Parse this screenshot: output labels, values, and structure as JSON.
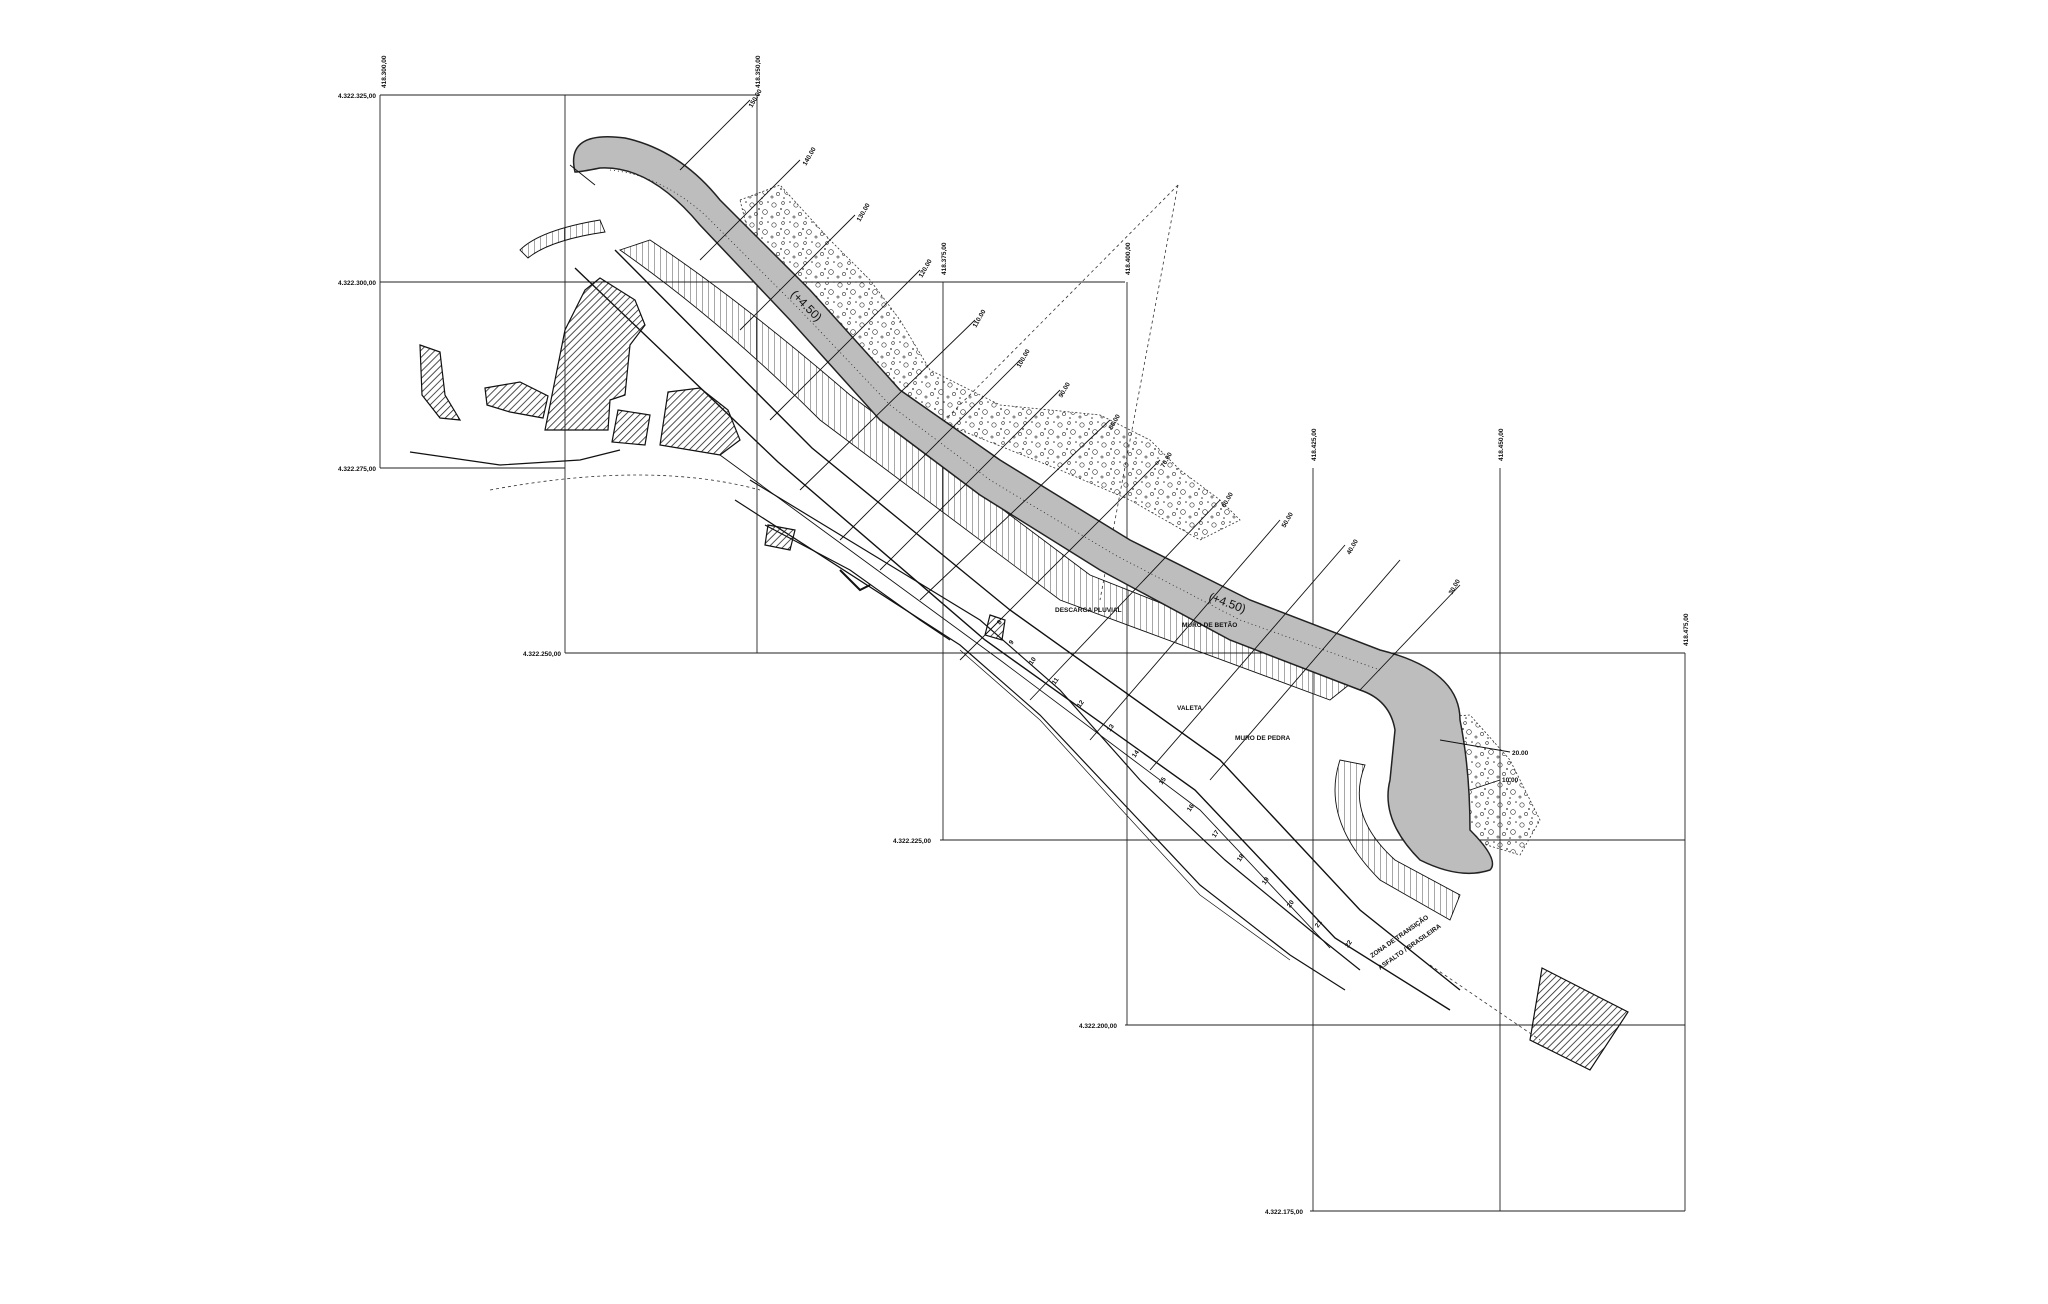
{
  "plan": {
    "grid_northings": [
      "4.322.325,00",
      "4.322.300,00",
      "4.322.275,00",
      "4.322.250,00",
      "4.322.225,00",
      "4.322.200,00",
      "4.322.175,00"
    ],
    "grid_eastings": [
      "418.300,00",
      "418.350,00",
      "418.375,00",
      "418.400,00",
      "418.425,00",
      "418.450,00",
      "418.475,00"
    ],
    "chainages": [
      "150.00",
      "140.00",
      "130.00",
      "120.00",
      "110.00",
      "100.00",
      "90.00",
      "80.00",
      "70.00",
      "60.00",
      "50.00",
      "40.00",
      "30.00",
      "20.00",
      "10.00"
    ],
    "stairs_steps": [
      "8",
      "9",
      "10",
      "11",
      "12",
      "13",
      "14",
      "15",
      "16",
      "17",
      "18",
      "19",
      "20",
      "21",
      "22"
    ],
    "notes": {
      "descarga": "DESCARGA PLUVIAL",
      "muro_betao": "MURO DE BETÃO",
      "valeta": "VALETA",
      "muro_pedra": "MURO DE PEDRA",
      "zona_line1": "ZONA DE TRANSIÇÃO",
      "zona_line2": "ASFALTO / BRASILEIRA"
    },
    "levels": {
      "upper": "(+4.50)",
      "lower": "(+4.50)"
    }
  }
}
